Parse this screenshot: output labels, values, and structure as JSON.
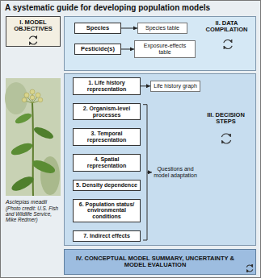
{
  "diagram": {
    "title": "A systematic guide for developing population models",
    "nodes": [
      {
        "text": [
          "I. MODEL OBJECTIVES"
        ]
      },
      {
        "text": [
          "II. DATA COMPILATION"
        ]
      },
      {
        "text": [
          "Species"
        ],
        "in": 1
      },
      {
        "text": [
          "Species table"
        ],
        "in": 1
      },
      {
        "text": [
          "Pesticide(s)"
        ],
        "in": 1
      },
      {
        "text": [
          "Exposure-effects table"
        ],
        "in": 1
      },
      {
        "text": [
          "III. DECISION STEPS"
        ]
      },
      {
        "text": [
          "1. Life history representation"
        ],
        "in": 6
      },
      {
        "text": [
          "Life history graph"
        ],
        "in": 6
      },
      {
        "text": [
          "2. Organism-level processes"
        ],
        "in": 6
      },
      {
        "text": [
          "3. Temporal representation"
        ],
        "in": 6
      },
      {
        "text": [
          "4. Spatial representation"
        ],
        "in": 6
      },
      {
        "text": [
          "5. Density dependence"
        ],
        "in": 6
      },
      {
        "text": [
          "6. Population status/ environmental conditions"
        ],
        "in": 6
      },
      {
        "text": [
          "7. Indirect effects"
        ],
        "in": 6
      },
      {
        "text": [
          "IV. CONCEPTUAL MODEL SUMMARY, UNCERTAINTY & MODEL EVALUATION"
        ]
      }
    ],
    "edges": [
      {
        "from": 2,
        "to": 3,
        "arrow": "to"
      },
      {
        "from": 4,
        "to": 5,
        "arrow": "to"
      },
      {
        "from": 7,
        "to": 8,
        "arrow": "to"
      }
    ],
    "labels": [
      "Questions and model adaptation",
      "Asclepias meadii",
      "(Photo credit: U.S. Fish and Wildlife Service, Mike Redmer)"
    ]
  }
}
